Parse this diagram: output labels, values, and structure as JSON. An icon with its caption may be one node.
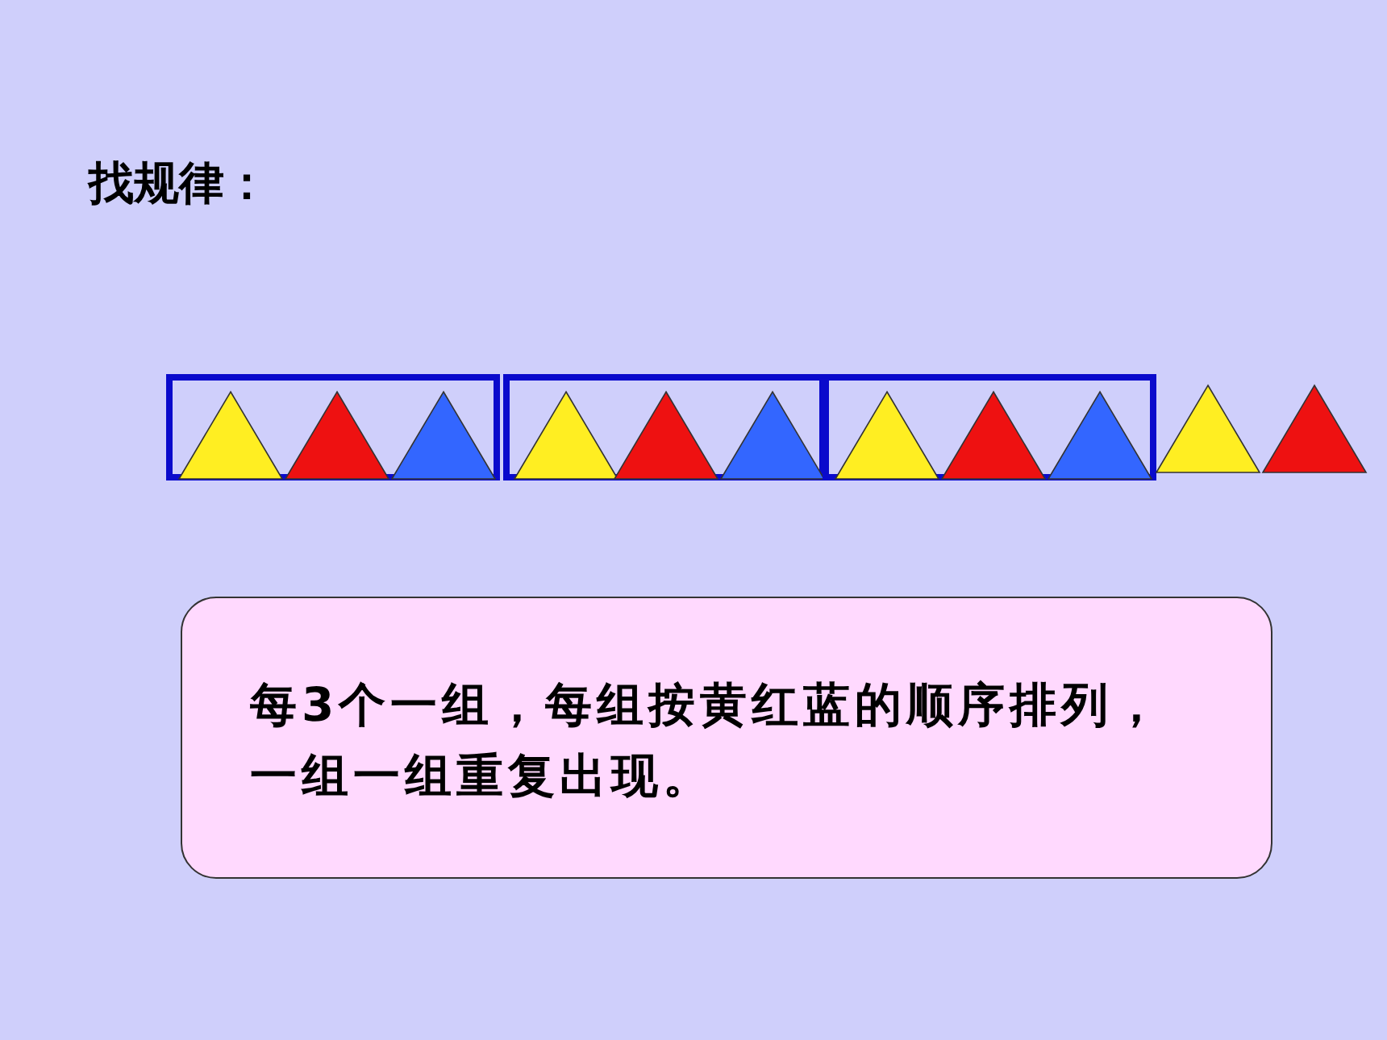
{
  "diagram": {
    "title": "找规律：",
    "nodes": [
      {
        "text": [],
        "shape": "box"
      },
      {
        "text": [],
        "shape": "triangle",
        "in": 0
      },
      {
        "text": [],
        "shape": "triangle",
        "in": 0
      },
      {
        "text": [],
        "shape": "triangle",
        "in": 0
      },
      {
        "text": [],
        "shape": "box"
      },
      {
        "text": [],
        "shape": "triangle",
        "in": 4
      },
      {
        "text": [],
        "shape": "triangle",
        "in": 4
      },
      {
        "text": [],
        "shape": "triangle",
        "in": 4
      },
      {
        "text": [],
        "shape": "box"
      },
      {
        "text": [],
        "shape": "triangle",
        "in": 8
      },
      {
        "text": [],
        "shape": "triangle",
        "in": 8
      },
      {
        "text": [],
        "shape": "triangle",
        "in": 8
      },
      {
        "text": [],
        "shape": "triangle"
      },
      {
        "text": [],
        "shape": "triangle"
      },
      {
        "text": [
          "每3个一组，每组按黄红蓝的顺序排列，一组一组重复出现。"
        ]
      }
    ]
  }
}
